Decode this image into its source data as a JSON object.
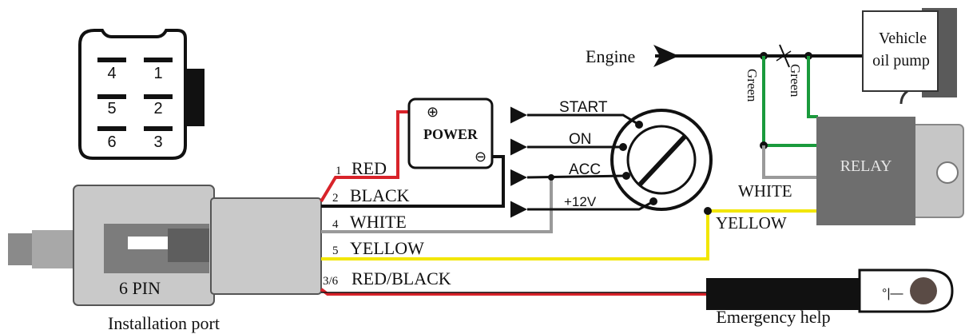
{
  "connector": {
    "pins": [
      "4",
      "1",
      "5",
      "2",
      "6",
      "3"
    ],
    "plug_label": "6 PIN",
    "caption": "Installation port"
  },
  "wires": [
    {
      "num": "1",
      "label": "RED",
      "color": "#d8232a"
    },
    {
      "num": "2",
      "label": "BLACK",
      "color": "#111111"
    },
    {
      "num": "4",
      "label": "WHITE",
      "color": "#9a9a9a"
    },
    {
      "num": "5",
      "label": "YELLOW",
      "color": "#f2e600"
    },
    {
      "num": "3/6",
      "label": "RED/BLACK",
      "color": "#d8232a"
    }
  ],
  "power": {
    "label": "POWER",
    "plus": "⊕",
    "minus": "⊖"
  },
  "ignition": {
    "positions": [
      "START",
      "ON",
      "ACC",
      "+12V"
    ]
  },
  "engine_label": "Engine",
  "oil_pump": {
    "line1": "Vehicle",
    "line2": "oil pump"
  },
  "green_labels": [
    "Green",
    "Green"
  ],
  "relay": {
    "label": "RELAY",
    "white_label": "WHITE",
    "yellow_label": "YELLOW"
  },
  "emergency": {
    "label": "Emergency help",
    "symbol": "°|—"
  },
  "colors": {
    "red": "#d8232a",
    "black": "#111111",
    "white": "#9a9a9a",
    "yellow": "#f2e600",
    "green": "#1a9a3c",
    "relay": "#6e6e6e"
  }
}
